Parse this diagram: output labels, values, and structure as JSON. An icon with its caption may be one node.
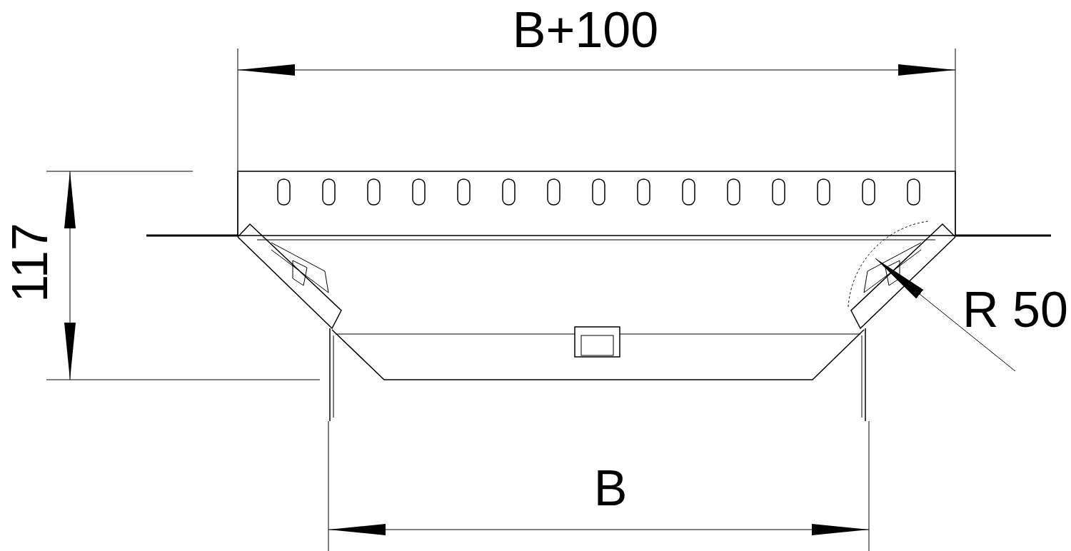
{
  "diagram": {
    "labels": [
      "B+100",
      "117",
      "R 50",
      "B"
    ]
  }
}
